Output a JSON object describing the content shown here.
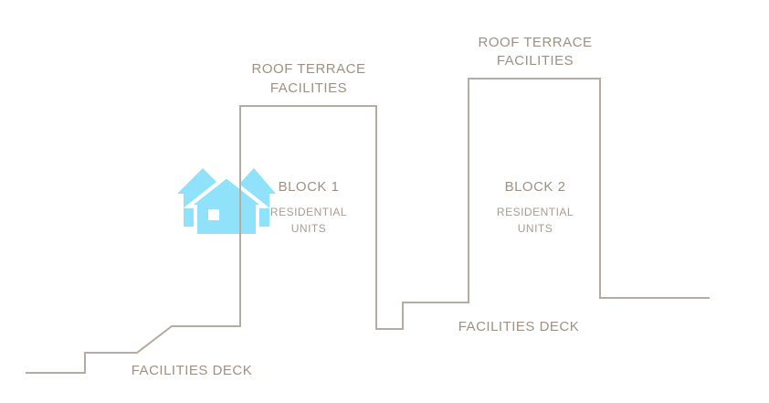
{
  "colors": {
    "outline": "#b5aba0",
    "text": "#9e9184",
    "icon": "#8fe2fa"
  },
  "icon": "houses-icon",
  "block1": {
    "roof": [
      "ROOF TERRACE",
      "FACILITIES"
    ],
    "name": "BLOCK 1",
    "desc": [
      "RESIDENTIAL",
      "UNITS"
    ],
    "deck": "FACILITIES DECK"
  },
  "block2": {
    "roof": [
      "ROOF TERRACE",
      "FACILITIES"
    ],
    "name": "BLOCK 2",
    "desc": [
      "RESIDENTIAL",
      "UNITS"
    ],
    "deck": "FACILITIES DECK"
  }
}
